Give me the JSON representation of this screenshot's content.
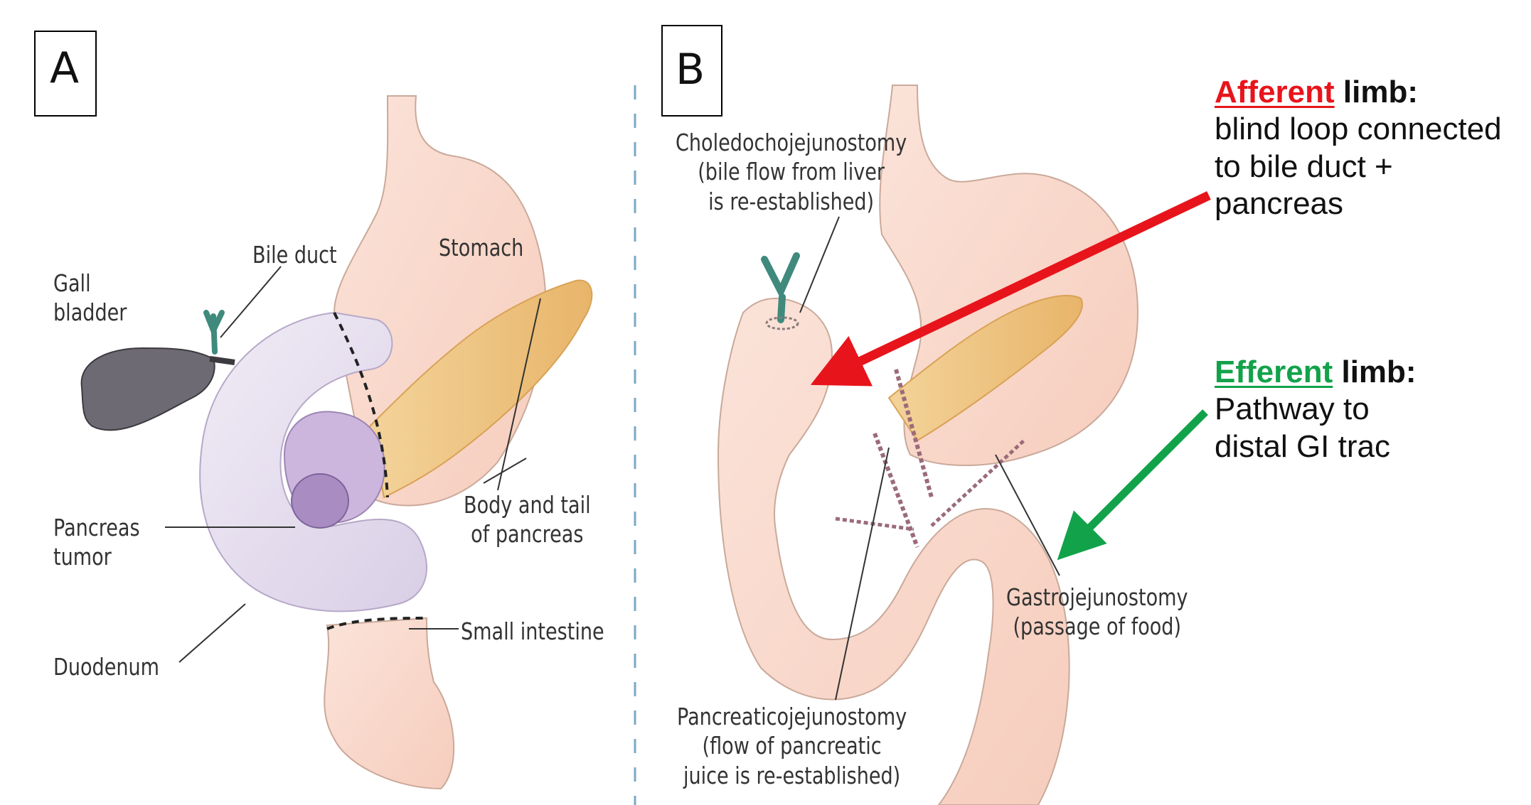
{
  "panels": {
    "a": {
      "letter": "A"
    },
    "b": {
      "letter": "B"
    }
  },
  "panel_a": {
    "gall_bladder": [
      "Gall",
      "bladder"
    ],
    "bile_duct": "Bile duct",
    "stomach": "Stomach",
    "body_tail": [
      "Body and tail",
      "of pancreas"
    ],
    "pancreas_tumor": [
      "Pancreas",
      "tumor"
    ],
    "duodenum": "Duodenum",
    "small_intestine": "Small intestine"
  },
  "panel_b": {
    "choledocho": [
      "Choledochojejunostomy",
      "(bile flow from liver",
      "is re-established)"
    ],
    "pancreatico": [
      "Pancreaticojejunostomy",
      "(flow of pancreatic",
      "juice is re-established)"
    ],
    "gastro": [
      "Gastrojejunostomy",
      "(passage of food)"
    ]
  },
  "annotations": {
    "afferent": {
      "keyword": "Afferent",
      "suffix": " limb:",
      "lines": [
        "blind loop connected",
        "to bile duct +",
        "pancreas"
      ],
      "color": "#e8141b"
    },
    "efferent": {
      "keyword": "Efferent",
      "suffix": " limb:",
      "lines": [
        "Pathway to",
        "distal GI trac"
      ],
      "color": "#12a24a"
    }
  }
}
